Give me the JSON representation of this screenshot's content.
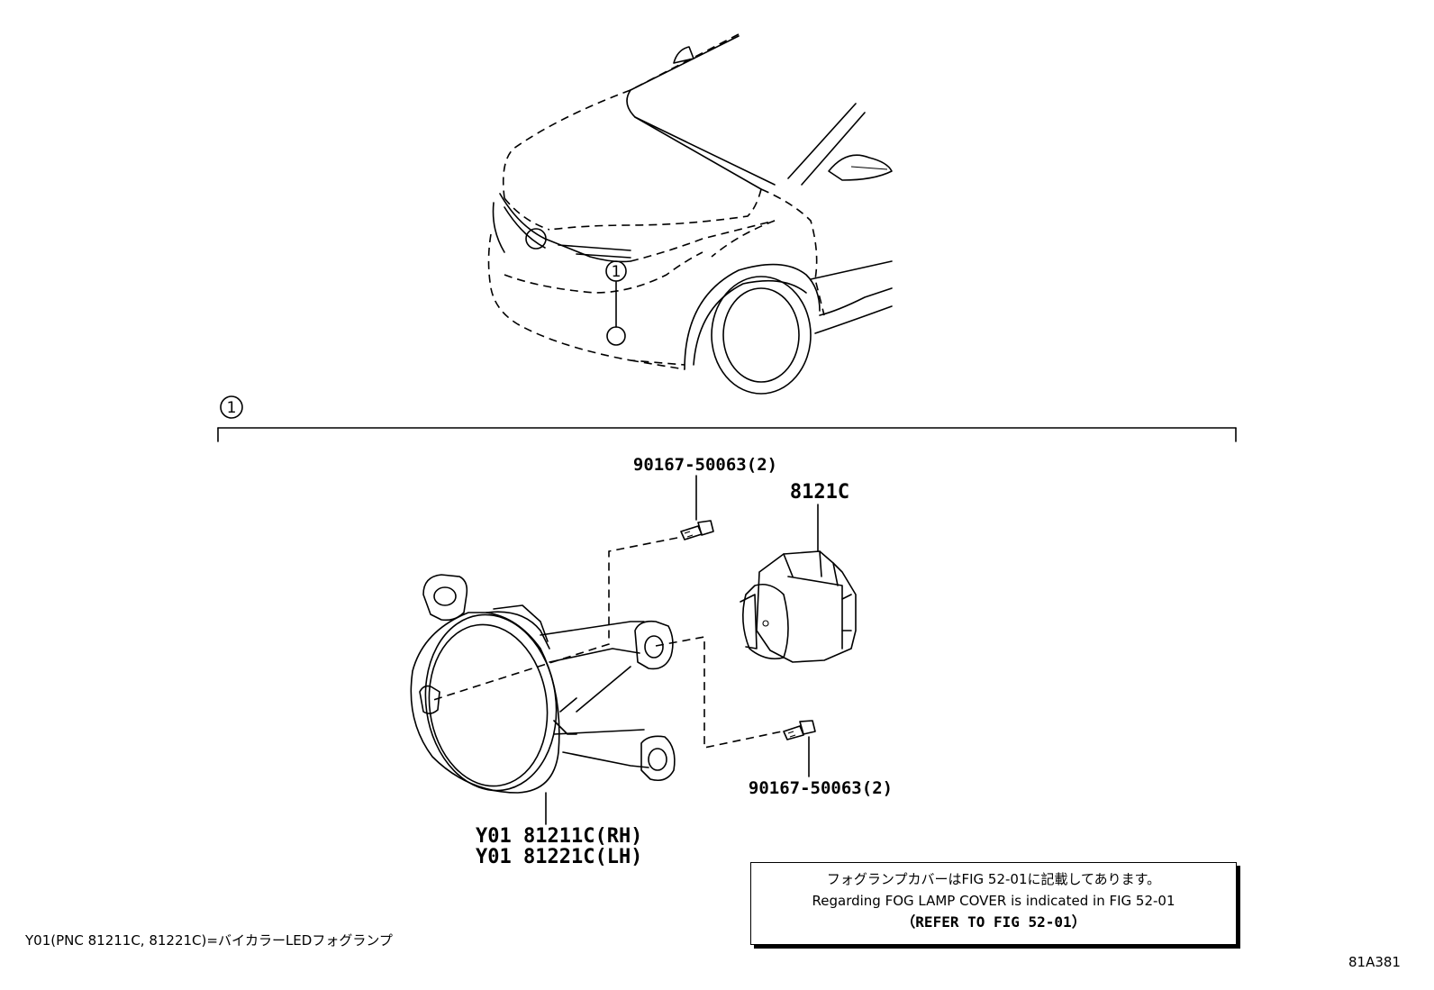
{
  "diagram": {
    "callout_number": "1",
    "parts": {
      "bolt_top_label": "90167-50063(2)",
      "bulb_label": "8121C",
      "bolt_bottom_label": "90167-50063(2)",
      "lamp_rh_label": "Y01 81211C(RH)",
      "lamp_lh_label": "Y01 81221C(LH)"
    }
  },
  "note": {
    "japanese": "フォグランプカバーはFIG 52-01に記載してあります。",
    "english": "Regarding FOG LAMP COVER is indicated in FIG 52-01",
    "reference": "（REFER TO FIG 52-01）"
  },
  "footnote": "Y01(PNC 81211C, 81221C)=バイカラーLEDフォグランプ",
  "figure_id": "81A381"
}
